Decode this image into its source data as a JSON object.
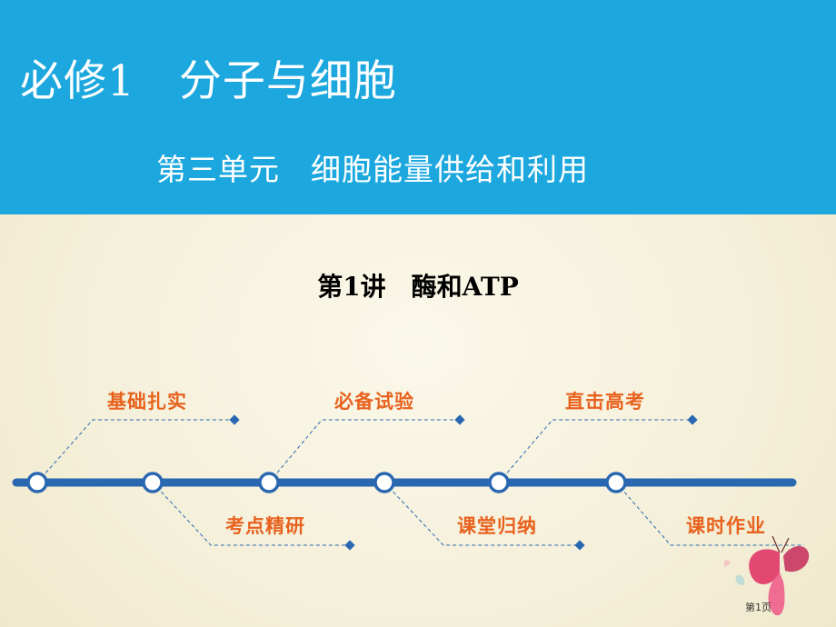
{
  "header": {
    "course_title": "必修1　分子与细胞",
    "unit_title": "第三单元　细胞能量供给和利用"
  },
  "lecture_title": "第1讲　酶和ATP",
  "timeline": {
    "upper_labels": [
      "基础扎实",
      "必备试验",
      "直击高考"
    ],
    "lower_labels": [
      "考点精研",
      "课堂归纳",
      "课时作业"
    ]
  },
  "footer": {
    "page_number": "第1页"
  },
  "colors": {
    "header_blue": "#1ca8de",
    "timeline_line": "#2a67b1",
    "label_orange": "#e8621e",
    "background": "#f5f0dc"
  },
  "icons": [
    "butterfly-icon"
  ]
}
